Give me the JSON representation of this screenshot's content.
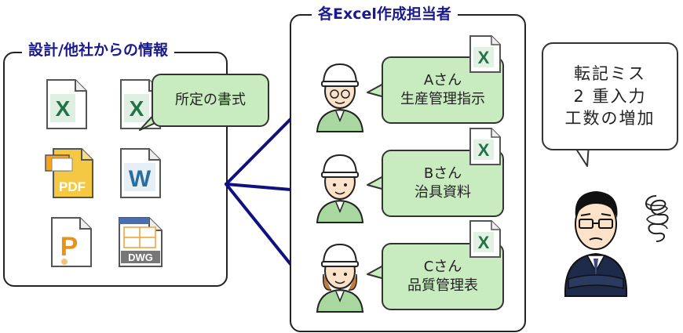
{
  "left_panel": {
    "title": "設計/他社からの情報"
  },
  "format_bubble": {
    "text": "所定の書式"
  },
  "right_panel": {
    "title": "各Excel作成担当者"
  },
  "file_icons": [
    {
      "type": "excel",
      "glyph": "X"
    },
    {
      "type": "excel",
      "glyph": "X"
    },
    {
      "type": "pdf",
      "label": "PDF"
    },
    {
      "type": "word",
      "glyph": "W"
    },
    {
      "type": "powerpoint",
      "glyph": "P"
    },
    {
      "type": "dwg",
      "label": "DWG"
    }
  ],
  "persons": [
    {
      "name": "Aさん",
      "role": "生産管理指示"
    },
    {
      "name": "Bさん",
      "role": "治具資料"
    },
    {
      "name": "Cさん",
      "role": "品質管理表"
    }
  ],
  "excel_badge_glyph": "X",
  "problem_bubble": {
    "lines": [
      "転記ミス",
      "2 重入力",
      "工数の増加"
    ]
  },
  "colors": {
    "title_blue": "#1a1a8c",
    "arrow_navy": "#101080",
    "bubble_green": "#c8ecc0",
    "excel_green": "#217346",
    "word_blue": "#2b6d9e",
    "pdf_yellow": "#f4c842",
    "ppt_orange": "#e8921c"
  }
}
